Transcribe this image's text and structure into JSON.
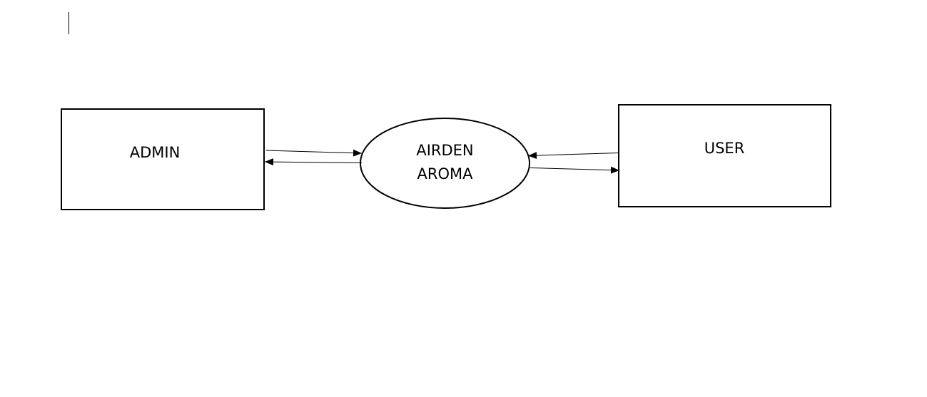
{
  "diagram": {
    "entities": {
      "admin": {
        "label": "ADMIN"
      },
      "user": {
        "label": "USER"
      }
    },
    "process": {
      "line1": "AIRDEN",
      "line2": "AROMA"
    },
    "colors": {
      "stroke": "#000000",
      "background": "#ffffff"
    }
  }
}
